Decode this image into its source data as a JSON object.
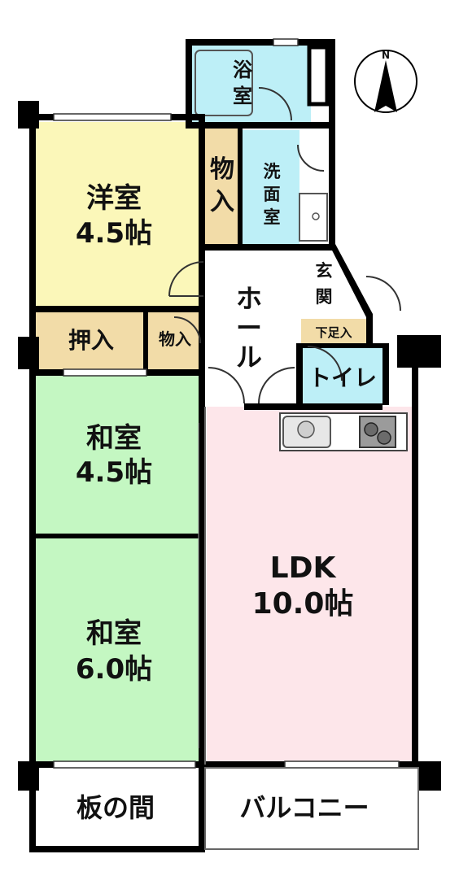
{
  "colors": {
    "western_room": "#fbf7b9",
    "japanese_room": "#c4f7c2",
    "ldk": "#fde6ea",
    "storage": "#f2dca8",
    "wet_area": "#bdeff7",
    "wall": "#000000"
  },
  "rooms": {
    "bath": "浴室",
    "storage_top": "物入",
    "washroom": "洗面室",
    "western": {
      "name": "洋室",
      "size": "4.5帖"
    },
    "oshiire": "押入",
    "storage_small": "物入",
    "hall": "ホール",
    "entrance": "玄関",
    "shoe_box": "下足入",
    "toilet": "トイレ",
    "washitsu_1": {
      "name": "和室",
      "size": "4.5帖"
    },
    "washitsu_2": {
      "name": "和室",
      "size": "6.0帖"
    },
    "ldk": {
      "name": "LDK",
      "size": "10.0帖"
    },
    "itanoma": "板の間",
    "balcony": "バルコニー"
  },
  "compass": {
    "label": "N"
  }
}
